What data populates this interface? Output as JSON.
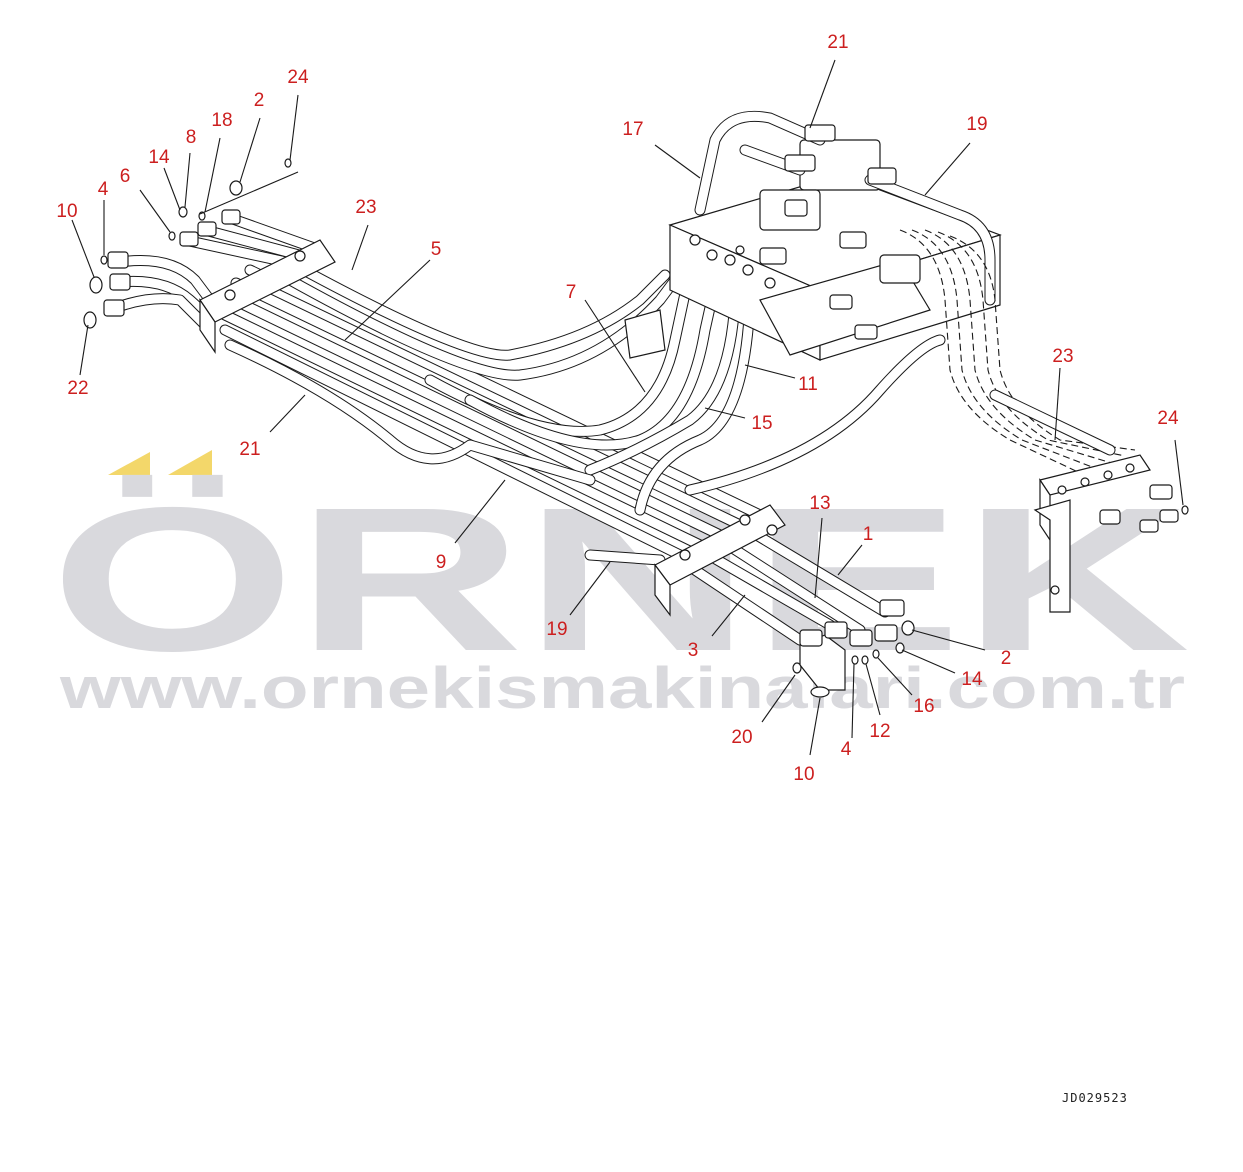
{
  "watermark": {
    "brand": "ÖRNEK",
    "website": "www.ornekismakinalari.com.tr",
    "text_color": "#d9d9dd",
    "accent_color": "#f3d76a"
  },
  "document_id": "JD029523",
  "callout_color": "#cc1f1f",
  "callouts": [
    {
      "id": "c-21-top",
      "label": "21"
    },
    {
      "id": "c-17",
      "label": "17"
    },
    {
      "id": "c-19-top",
      "label": "19"
    },
    {
      "id": "c-24-top",
      "label": "24"
    },
    {
      "id": "c-2-top",
      "label": "2"
    },
    {
      "id": "c-18",
      "label": "18"
    },
    {
      "id": "c-8",
      "label": "8"
    },
    {
      "id": "c-14-top",
      "label": "14"
    },
    {
      "id": "c-4-top",
      "label": "4"
    },
    {
      "id": "c-6",
      "label": "6"
    },
    {
      "id": "c-10-top",
      "label": "10"
    },
    {
      "id": "c-23-left",
      "label": "23"
    },
    {
      "id": "c-5",
      "label": "5"
    },
    {
      "id": "c-22",
      "label": "22"
    },
    {
      "id": "c-7",
      "label": "7"
    },
    {
      "id": "c-11",
      "label": "11"
    },
    {
      "id": "c-15",
      "label": "15"
    },
    {
      "id": "c-21-left",
      "label": "21"
    },
    {
      "id": "c-23-right",
      "label": "23"
    },
    {
      "id": "c-24-right",
      "label": "24"
    },
    {
      "id": "c-13",
      "label": "13"
    },
    {
      "id": "c-1",
      "label": "1"
    },
    {
      "id": "c-9",
      "label": "9"
    },
    {
      "id": "c-19-bottom",
      "label": "19"
    },
    {
      "id": "c-3",
      "label": "3"
    },
    {
      "id": "c-2-bottom",
      "label": "2"
    },
    {
      "id": "c-14-bottom",
      "label": "14"
    },
    {
      "id": "c-16",
      "label": "16"
    },
    {
      "id": "c-12",
      "label": "12"
    },
    {
      "id": "c-20",
      "label": "20"
    },
    {
      "id": "c-4-bottom",
      "label": "4"
    },
    {
      "id": "c-10-bottom",
      "label": "10"
    }
  ]
}
